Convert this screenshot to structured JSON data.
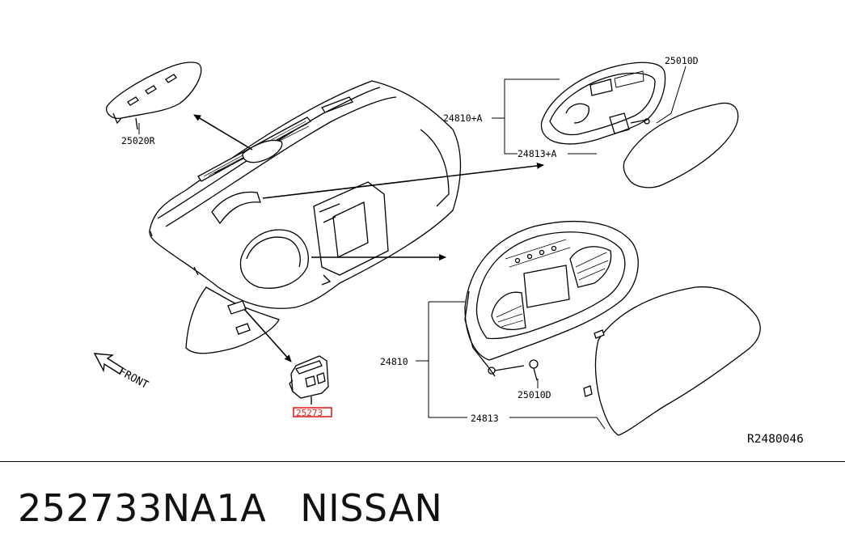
{
  "diagram": {
    "callouts": {
      "c_25020R": "25020R",
      "c_25010D_top": "25010D",
      "c_24810A": "24810+A",
      "c_24813A": "24813+A",
      "c_24810": "24810",
      "c_25010D_bottom": "25010D",
      "c_24813": "24813",
      "c_25273": "25273"
    },
    "front_label": "FRONT",
    "reference_code": "R2480046",
    "highlight_color": "#e0201e"
  },
  "footer": {
    "part_number": "252733NA1A",
    "brand": "NISSAN"
  }
}
